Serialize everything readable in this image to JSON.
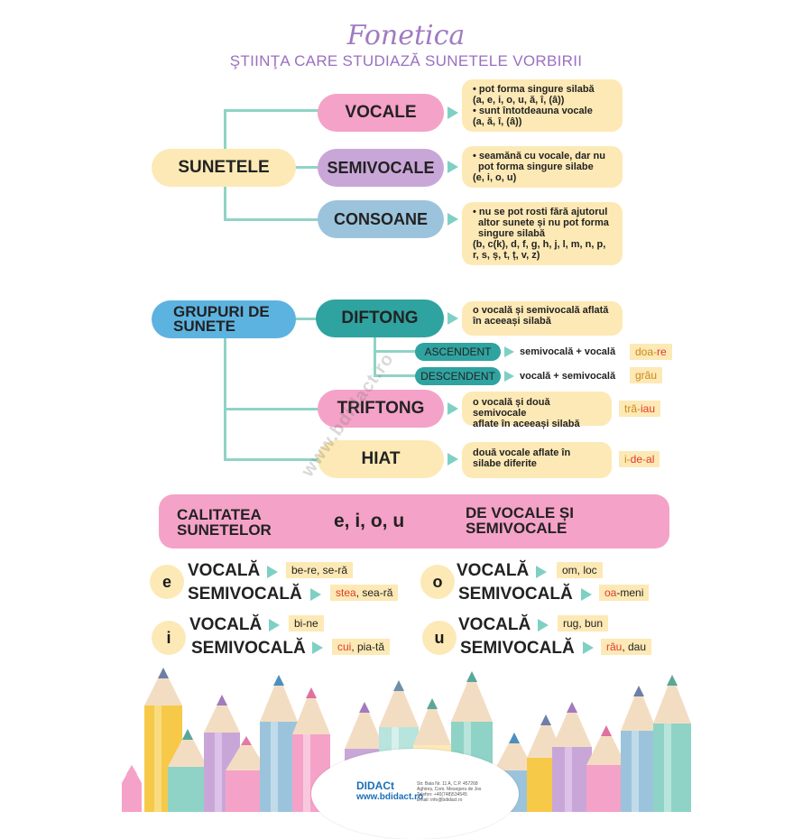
{
  "header": {
    "title": "Fonetica",
    "subtitle": "ŞTIINŢA CARE STUDIAZĂ SUNETELE VORBIRII"
  },
  "section1": {
    "root": "SUNETELE",
    "vocale": {
      "label": "VOCALE",
      "notes": [
        "• pot forma singure silabă",
        "(a, e, i, o, u, ă, î, (â))",
        "• sunt întotdeauna vocale",
        "(a, ă, î, (â))"
      ]
    },
    "semivocale": {
      "label": "SEMIVOCALE",
      "notes": [
        "• seamănă cu vocale, dar nu",
        "pot forma singure silabe",
        "(e, i, o, u)"
      ]
    },
    "consoane": {
      "label": "CONSOANE",
      "notes": [
        "• nu se pot rosti fără ajutorul",
        "altor sunete și nu pot forma",
        "singure silabă",
        "(b, c(k), d, f, g, h, j, l, m, n, p,",
        "r, s, ș, t, ț, v, z)"
      ]
    }
  },
  "section2": {
    "root": "GRUPURI DE SUNETE",
    "diftong": {
      "label": "DIFTONG",
      "notes": [
        "o vocală și semivocală aflată",
        "în aceeași silabă"
      ]
    },
    "ascendent": {
      "label": "ASCENDENT",
      "desc": "semivocală + vocală",
      "ex_a": "doa",
      "ex_sep": "-",
      "ex_b": "re"
    },
    "descendent": {
      "label": "DESCENDENT",
      "desc": "vocală + semivocală",
      "ex_a": "grâu",
      "ex_b": ""
    },
    "triftong": {
      "label": "TRIFTONG",
      "notes": [
        "o vocală și două semivocale",
        "aflate în aceeași silabă"
      ],
      "ex_a": "tră-",
      "ex_b": "iau"
    },
    "hiat": {
      "label": "HIAT",
      "notes": [
        "două vocale aflate în",
        "silabe diferite"
      ],
      "ex_a": "i-",
      "ex_b": "de",
      "ex_c": "-",
      "ex_d": "al"
    }
  },
  "section3": {
    "banner_left": [
      "CALITATEA",
      "SUNETELOR"
    ],
    "banner_mid": "e, i, o, u",
    "banner_right": [
      "DE VOCALE ȘI",
      "SEMIVOCALE"
    ],
    "items": [
      {
        "letter": "e",
        "v": "VOCALĂ",
        "s": "SEMIVOCALĂ",
        "v_ex": "be-re, se-ră",
        "s_ex_a": "stea",
        "s_ex_b": ", sea-ră"
      },
      {
        "letter": "o",
        "v": "VOCALĂ",
        "s": "SEMIVOCALĂ",
        "v_ex": "om, loc",
        "s_ex_a": "oa",
        "s_ex_b": "-meni"
      },
      {
        "letter": "i",
        "v": "VOCALĂ",
        "s": "SEMIVOCALĂ",
        "v_ex": "bi-ne",
        "s_ex_a": "cui",
        "s_ex_b": ", pia-tă"
      },
      {
        "letter": "u",
        "v": "VOCALĂ",
        "s": "SEMIVOCALĂ",
        "v_ex": "rug, bun",
        "s_ex_a": "râu",
        "s_ex_b": ", dau"
      }
    ]
  },
  "watermark": "www.bdidact.ro",
  "footer": {
    "logo": "DIDACt",
    "web": "www.bdidact.ro",
    "addr": [
      "Str. Baia Nr. 11 A, C.P. 457268",
      "Aghireș, Com. Mesegeru de Jos",
      "Telefon: +40(748)534545",
      "Email: info@bdidact.ro"
    ]
  },
  "colors": {
    "pink": "#f5a2c8",
    "purple": "#c9a6d8",
    "blue": "#9bc4dc",
    "yellow": "#fde9b5",
    "teal": "#2fa3a0",
    "sky": "#5db3e0",
    "line": "#8fd3c6"
  }
}
